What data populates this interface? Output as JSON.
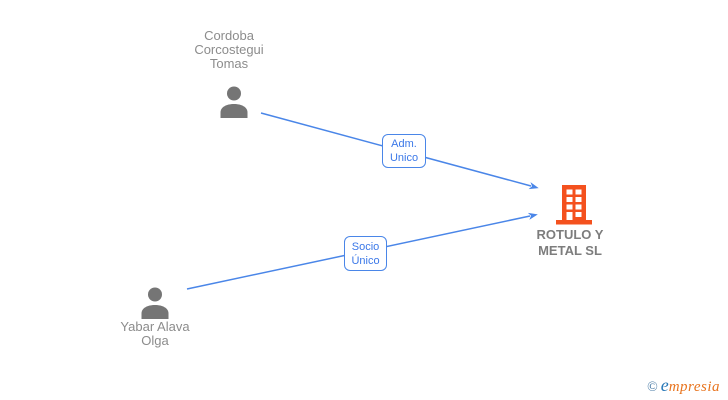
{
  "diagram": {
    "persons": [
      {
        "id": "person-top",
        "name_lines": [
          "Cordoba",
          "Corcostegui",
          "Tomas"
        ]
      },
      {
        "id": "person-bottom",
        "name_lines": [
          "Yabar Alava",
          "Olga"
        ]
      }
    ],
    "company": {
      "name_lines": [
        "ROTULO Y",
        "METAL SL"
      ]
    },
    "relations": [
      {
        "from": "Cordoba Corcostegui Tomas",
        "to": "ROTULO Y METAL SL",
        "label_lines": [
          "Adm.",
          "Unico"
        ]
      },
      {
        "from": "Yabar Alava Olga",
        "to": "ROTULO Y METAL SL",
        "label_lines": [
          "Socio",
          "Único"
        ]
      }
    ]
  },
  "footer": {
    "copyright_symbol": "©",
    "brand_first_letter": "e",
    "brand_rest": "mpresia"
  },
  "colors": {
    "edge_blue": "#4a86e8",
    "label_blue": "#3b78e8",
    "person_gray": "#757575",
    "text_gray": "#8c8c8c",
    "company_text_gray": "#7d7d7d",
    "company_orange": "#f4511e",
    "logo_blue": "#2878b8",
    "logo_copyright_blue": "#4a7ba6",
    "logo_orange": "#e8741e"
  }
}
